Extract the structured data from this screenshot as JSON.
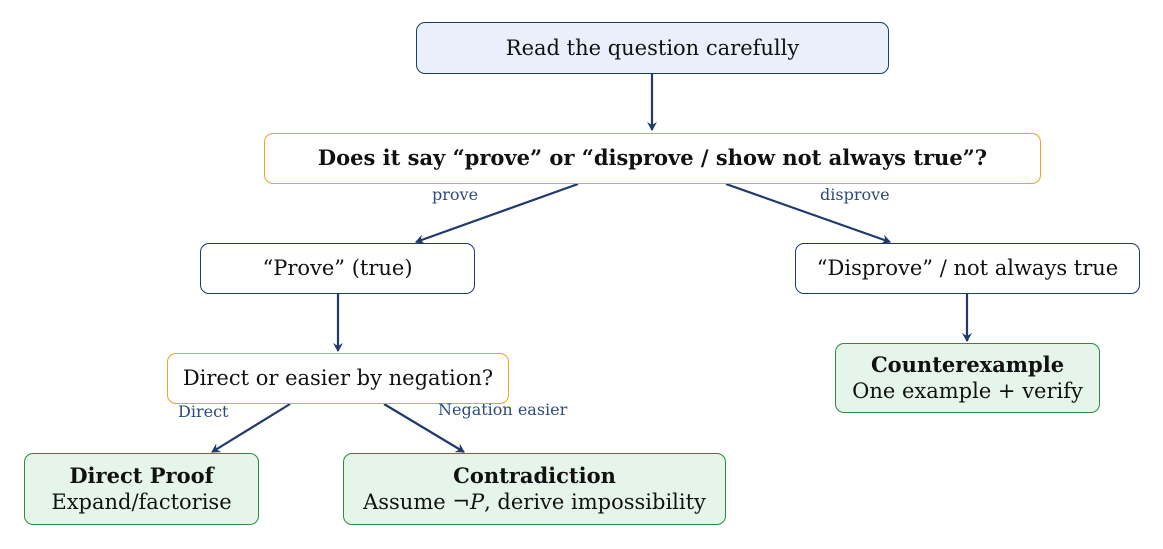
{
  "nodes": {
    "start": {
      "text": "Read the question carefully"
    },
    "decision1": {
      "text": "Does it say “prove” or “disprove / show not always true”?"
    },
    "prove": {
      "text": "“Prove” (true)"
    },
    "disprove": {
      "text": "“Disprove” / not always true"
    },
    "decision2": {
      "text": "Direct or easier by negation?"
    },
    "counterexample": {
      "title": "Counterexample",
      "desc": "One example + verify"
    },
    "direct_proof": {
      "title": "Direct Proof",
      "desc": "Expand/factorise"
    },
    "contradiction": {
      "title": "Contradiction",
      "desc_prefix": "Assume ¬",
      "desc_var": "P",
      "desc_suffix": ", derive impossibility"
    }
  },
  "edge_labels": {
    "prove": "prove",
    "disprove": "disprove",
    "direct": "Direct",
    "negation": "Negation easier"
  },
  "colors": {
    "arrow": "#1f3a6b",
    "process_border": "#1f3a6b",
    "start_fill": "#e9f0fb",
    "decision_border": "#f0a12a",
    "terminal_border": "#2e8b3c",
    "terminal_fill": "#e6f5ea"
  }
}
